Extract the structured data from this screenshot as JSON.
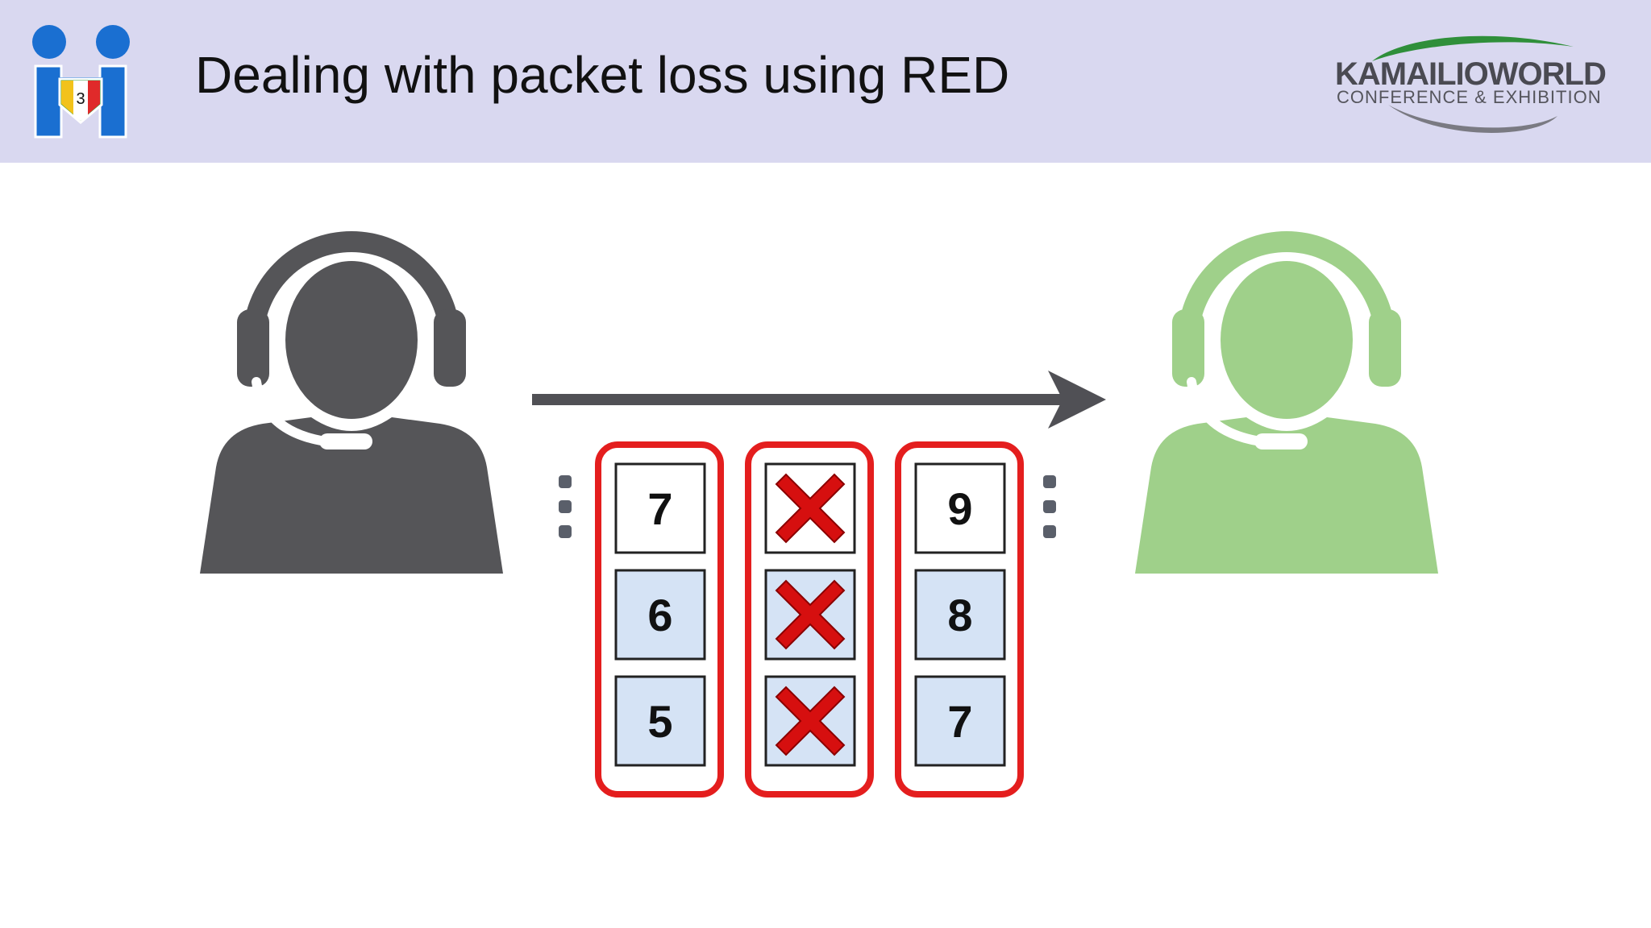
{
  "slide": {
    "title": "Dealing with packet loss using RED",
    "logo_left_number": "3",
    "logo_right_name": "KAMAILIOWORLD",
    "logo_right_sub": "CONFERENCE & EXHIBITION"
  },
  "diagram": {
    "sender_icon": "headset-person-icon",
    "receiver_icon": "headset-person-icon",
    "packets": [
      {
        "slots": [
          "7",
          "6",
          "5"
        ],
        "lost": false
      },
      {
        "slots": [
          "",
          "",
          ""
        ],
        "lost": true
      },
      {
        "slots": [
          "9",
          "8",
          "7"
        ],
        "lost": false
      }
    ]
  },
  "colors": {
    "header_bg": "#d9d8f0",
    "sender": "#555558",
    "receiver": "#9fd08a",
    "packet_border": "#e41e1e",
    "arrow": "#505055"
  }
}
